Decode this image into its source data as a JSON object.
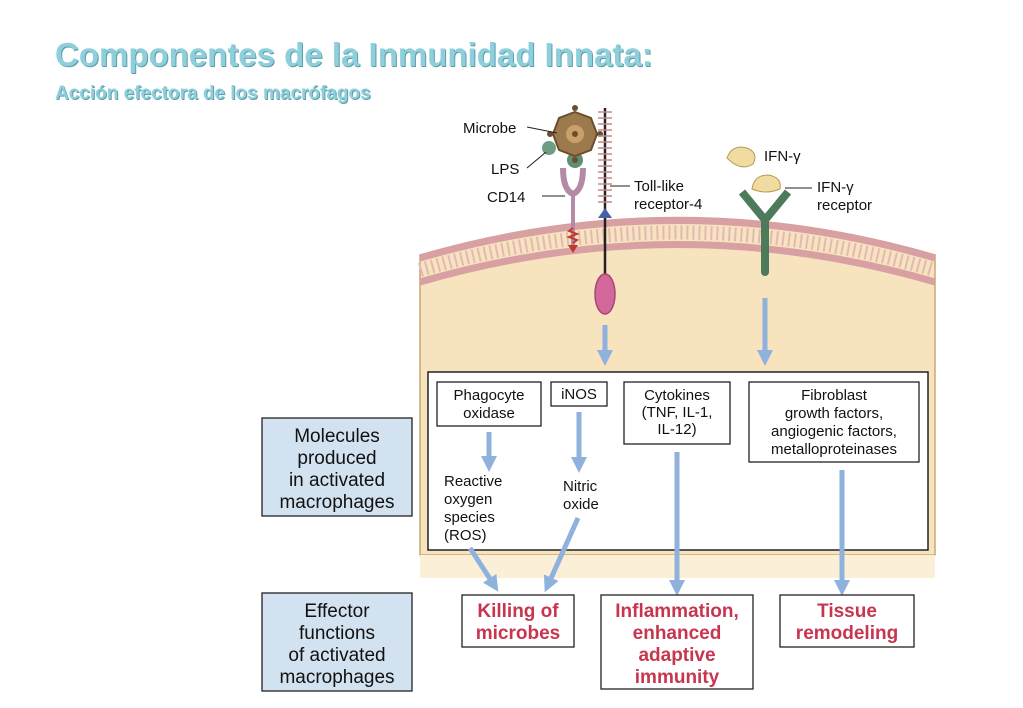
{
  "title": "Componentes de la Inmunidad Innata:",
  "subtitle": "Acción efectora de los macrófagos",
  "receptors": {
    "microbe": "Microbe",
    "lps": "LPS",
    "cd14": "CD14",
    "tlr4": [
      "Toll-like",
      "receptor-4"
    ],
    "ifn": "IFN-γ",
    "ifn_receptor": [
      "IFN-γ",
      "receptor"
    ]
  },
  "molecules": {
    "phagocyte_oxidase": [
      "Phagocyte",
      "oxidase"
    ],
    "inos": "iNOS",
    "cytokines": [
      "Cytokines",
      "(TNF, IL-1,",
      "IL-12)"
    ],
    "fibroblast": [
      "Fibroblast",
      "growth factors,",
      "angiogenic factors,",
      "metalloproteinases"
    ],
    "ros": [
      "Reactive",
      "oxygen",
      "species",
      "(ROS)"
    ],
    "nitric_oxide": [
      "Nitric",
      "oxide"
    ]
  },
  "side_labels": {
    "molecules": [
      "Molecules",
      "produced",
      "in activated",
      "macrophages"
    ],
    "effector": [
      "Effector",
      "functions",
      "of activated",
      "macrophages"
    ]
  },
  "outcomes": {
    "killing": [
      "Killing of",
      "microbes"
    ],
    "inflammation": [
      "Inflammation,",
      "enhanced",
      "adaptive",
      "immunity"
    ],
    "tissue": [
      "Tissue",
      "remodeling"
    ]
  },
  "colors": {
    "title": "#8ecfdb",
    "cell_fill": "#f7e3bd",
    "arrow": "#8fb2dc",
    "side_box": "#d3e2f1",
    "outcome_text": "#c8354f",
    "receptor_green": "#4e7a5c",
    "ifn_yellow": "#f0dca0"
  }
}
